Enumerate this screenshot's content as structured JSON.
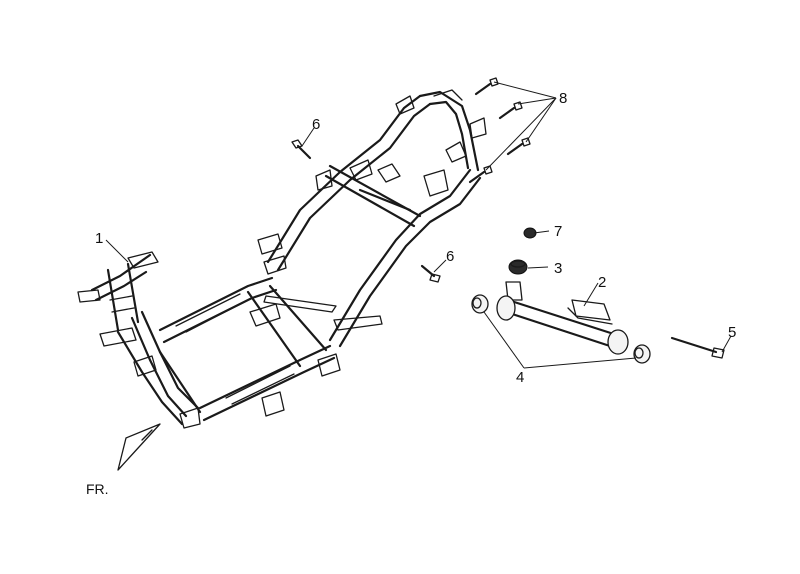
{
  "callouts": [
    {
      "id": "c1",
      "label": "1"
    },
    {
      "id": "c2",
      "label": "2"
    },
    {
      "id": "c3",
      "label": "3"
    },
    {
      "id": "c4",
      "label": "4"
    },
    {
      "id": "c5",
      "label": "5"
    },
    {
      "id": "c6a",
      "label": "6"
    },
    {
      "id": "c6b",
      "label": "6"
    },
    {
      "id": "c7",
      "label": "7"
    },
    {
      "id": "c8",
      "label": "8"
    }
  ],
  "direction_label": "FR.",
  "colors": {
    "line": "#1a1a1a",
    "background": "#ffffff"
  }
}
